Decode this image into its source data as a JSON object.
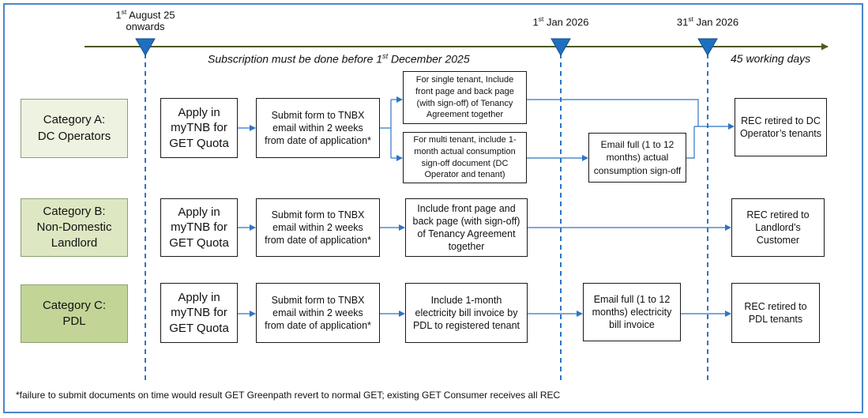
{
  "colors": {
    "frame": "#4a86c8",
    "timeline": "#4b5a1e",
    "marker": "#1f6fc0",
    "arrow": "#2e75c4",
    "category_a": "#eef2e0",
    "category_b": "#dde7c2",
    "category_c": "#c2d597"
  },
  "timeline": {
    "m1_num": "1",
    "m1_sup": "st",
    "m1_text": " August 25",
    "m1_line2": "onwards",
    "m2_num": "1",
    "m2_sup": "st",
    "m2_text": " Jan 2026",
    "m3_num": "31",
    "m3_sup": "st",
    "m3_text": " Jan 2026",
    "subscription_pre": "Subscription must be done before 1",
    "subscription_sup": "st",
    "subscription_post": " December 2025",
    "working_days": "45 working days"
  },
  "rows": {
    "a": {
      "category_line1": "Category A:",
      "category_line2": "DC Operators",
      "apply": "Apply in myTNB for GET Quota",
      "form": "Submit form to TNBX email within 2 weeks from date of application*",
      "single_tenant": "For single tenant, Include front page and back page (with sign-off) of Tenancy Agreement together",
      "multi_tenant": "For multi tenant, include 1-month actual consumption sign-off document (DC Operator and tenant)",
      "email_full": "Email full (1 to 12 months) actual consumption sign-off",
      "rec": "REC retired to DC Operator’s tenants"
    },
    "b": {
      "category_line1": "Category B:",
      "category_line2": "Non-Domestic",
      "category_line3": "Landlord",
      "apply": "Apply in myTNB for GET Quota",
      "form": "Submit form to TNBX email within 2 weeks from date of application*",
      "include": "Include front page and back page (with sign-off) of Tenancy Agreement together",
      "rec": "REC retired to Landlord’s Customer"
    },
    "c": {
      "category_line1": "Category C:",
      "category_line2": "PDL",
      "apply": "Apply in myTNB for GET Quota",
      "form": "Submit form to TNBX email within 2 weeks from date of application*",
      "include": "Include 1-month electricity bill invoice by PDL to registered tenant",
      "email_full": "Email full (1 to 12 months) electricity bill invoice",
      "rec": "REC retired to PDL tenants"
    }
  },
  "footnote": "*failure to submit documents on time would result GET Greenpath revert to normal GET; existing GET Consumer receives all REC"
}
